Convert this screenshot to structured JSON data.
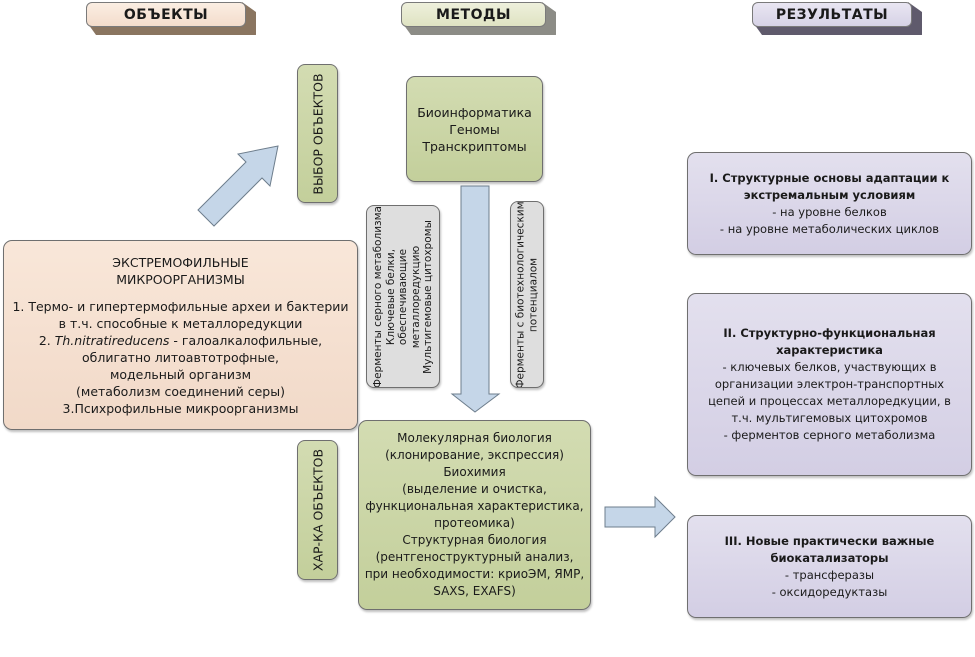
{
  "headers": {
    "objects": "ОБЪЕКТЫ",
    "methods": "МЕТОДЫ",
    "results": "РЕЗУЛЬТАТЫ"
  },
  "side_labels": {
    "selection": "ВЫБОР ОБЪЕКТОВ",
    "characterization": "ХАР-КА ОБЪЕКТОВ"
  },
  "objects_box": {
    "title_lines": [
      "ЭКСТРЕМОФИЛЬНЫЕ",
      "МИКРООРГАНИЗМЫ"
    ],
    "item1_lines": [
      "1. Термо- и гипертермофильные археи и бактерии",
      "в т.ч. способные к металлоредукции"
    ],
    "item2_prefix": "2. ",
    "item2_species": "Th.nitratireducens",
    "item2_rest": " - галоалкалофильные,",
    "item2_lines": [
      "облигатно литоавтотрофные,",
      "модельный организм",
      "(метаболизм соединений серы)"
    ],
    "item3": "3.Психрофильные микроорганизмы"
  },
  "bioinformatics_box": {
    "lines": [
      "Биоинформатика",
      "Геномы",
      "Транскриптомы"
    ]
  },
  "targets_left": {
    "lines": [
      "Ферменты серного метаболизма",
      "Ключевые белки,",
      "обеспечивающие",
      "металлоредукцию",
      "Мультигемовые цитохромы"
    ]
  },
  "targets_right": {
    "lines": [
      "Ферменты с биотехнологическим",
      "потенциалом"
    ]
  },
  "methods_box": {
    "lines": [
      "Молекулярная биология",
      "(клонирование, экспрессия)",
      "Биохимия",
      "(выделение и очистка,",
      "функциональная характеристика,",
      "протеомика)",
      "Структурная биология",
      "(рентгеноструктурный анализ,",
      "при необходимости: криоЭМ, ЯМР,",
      "SAXS, EXAFS)"
    ]
  },
  "results": [
    {
      "title_lines": [
        "I. Структурные основы адаптации к",
        "экстремальным условиям"
      ],
      "items": [
        "- на уровне белков",
        "- на уровне метаболических циклов"
      ]
    },
    {
      "title_lines": [
        "II. Структурно-функциональная",
        "характеристика"
      ],
      "items": [
        "- ключевых  белков,  участвующих в",
        "организации электрон-транспортных",
        "цепей  и процессах металлоредкуции, в",
        "т.ч. мультигемовых цитохромов",
        "- ферментов серного метаболизма"
      ]
    },
    {
      "title_lines": [
        "III. Новые практически важные",
        "биокатализаторы"
      ],
      "items": [
        "- трансферазы",
        "- оксидоредуктазы"
      ]
    }
  ],
  "colors": {
    "objects": "#f3dccb",
    "methods": "#c9d4a4",
    "results": "#d8d4e7",
    "targets": "#dedede",
    "arrow": "#c5d6e8"
  }
}
